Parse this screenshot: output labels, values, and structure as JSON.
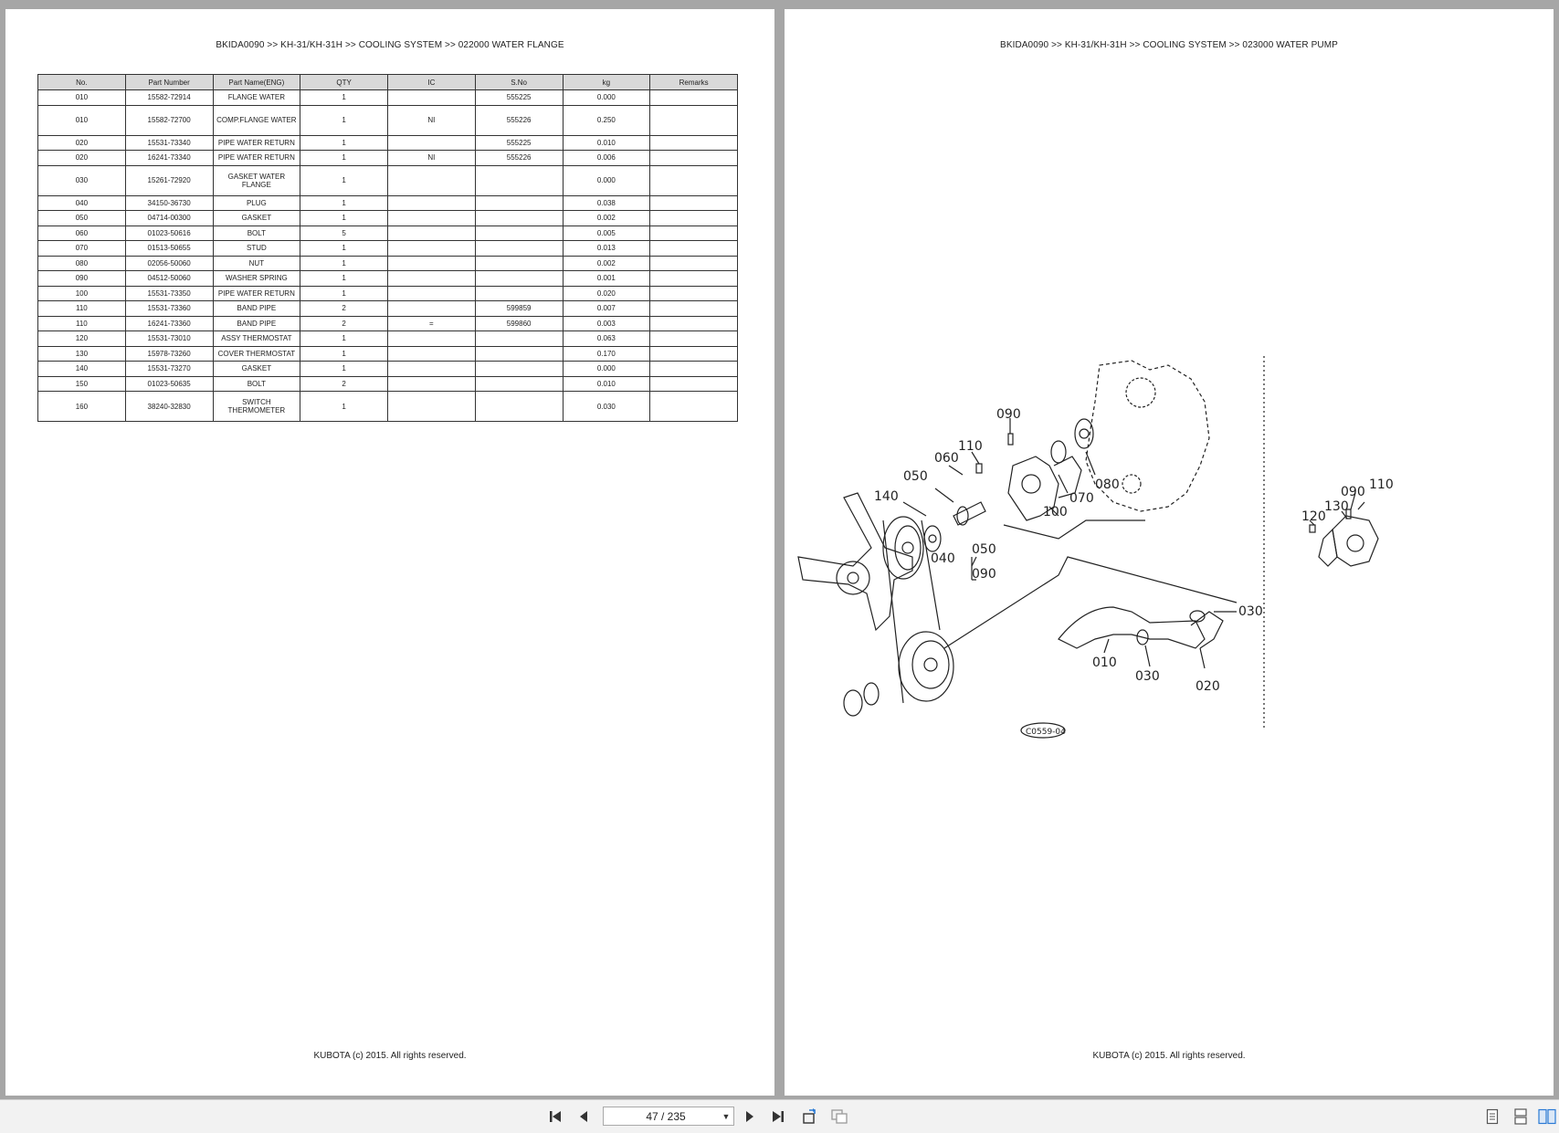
{
  "left_page": {
    "breadcrumb": "BKIDA0090 >> KH-31/KH-31H >> COOLING SYSTEM >> 022000   WATER FLANGE",
    "footer": "KUBOTA (c) 2015. All rights reserved.",
    "columns": [
      "No.",
      "Part Number",
      "Part Name(ENG)",
      "QTY",
      "IC",
      "S.No",
      "kg",
      "Remarks"
    ],
    "rows": [
      {
        "no": "010",
        "part_number": "15582-72914",
        "name": "FLANGE WATER",
        "qty": "1",
        "ic": "",
        "sno": "555225",
        "kg": "0.000",
        "remarks": ""
      },
      {
        "no": "010",
        "part_number": "15582-72700",
        "name": "COMP.FLANGE WATER",
        "qty": "1",
        "ic": "NI",
        "sno": "555226",
        "kg": "0.250",
        "remarks": "",
        "tall": true
      },
      {
        "no": "020",
        "part_number": "15531-73340",
        "name": "PIPE WATER RETURN",
        "qty": "1",
        "ic": "",
        "sno": "555225",
        "kg": "0.010",
        "remarks": ""
      },
      {
        "no": "020",
        "part_number": "16241-73340",
        "name": "PIPE WATER RETURN",
        "qty": "1",
        "ic": "NI",
        "sno": "555226",
        "kg": "0.006",
        "remarks": ""
      },
      {
        "no": "030",
        "part_number": "15261-72920",
        "name": "GASKET WATER FLANGE",
        "qty": "1",
        "ic": "",
        "sno": "",
        "kg": "0.000",
        "remarks": "",
        "tall": true
      },
      {
        "no": "040",
        "part_number": "34150-36730",
        "name": "PLUG",
        "qty": "1",
        "ic": "",
        "sno": "",
        "kg": "0.038",
        "remarks": ""
      },
      {
        "no": "050",
        "part_number": "04714-00300",
        "name": "GASKET",
        "qty": "1",
        "ic": "",
        "sno": "",
        "kg": "0.002",
        "remarks": ""
      },
      {
        "no": "060",
        "part_number": "01023-50616",
        "name": "BOLT",
        "qty": "5",
        "ic": "",
        "sno": "",
        "kg": "0.005",
        "remarks": ""
      },
      {
        "no": "070",
        "part_number": "01513-50655",
        "name": "STUD",
        "qty": "1",
        "ic": "",
        "sno": "",
        "kg": "0.013",
        "remarks": ""
      },
      {
        "no": "080",
        "part_number": "02056-50060",
        "name": "NUT",
        "qty": "1",
        "ic": "",
        "sno": "",
        "kg": "0.002",
        "remarks": ""
      },
      {
        "no": "090",
        "part_number": "04512-50060",
        "name": "WASHER SPRING",
        "qty": "1",
        "ic": "",
        "sno": "",
        "kg": "0.001",
        "remarks": ""
      },
      {
        "no": "100",
        "part_number": "15531-73350",
        "name": "PIPE WATER RETURN",
        "qty": "1",
        "ic": "",
        "sno": "",
        "kg": "0.020",
        "remarks": ""
      },
      {
        "no": "110",
        "part_number": "15531-73360",
        "name": "BAND PIPE",
        "qty": "2",
        "ic": "",
        "sno": "599859",
        "kg": "0.007",
        "remarks": ""
      },
      {
        "no": "110",
        "part_number": "16241-73360",
        "name": "BAND PIPE",
        "qty": "2",
        "ic": "=",
        "sno": "599860",
        "kg": "0.003",
        "remarks": ""
      },
      {
        "no": "120",
        "part_number": "15531-73010",
        "name": "ASSY THERMOSTAT",
        "qty": "1",
        "ic": "",
        "sno": "",
        "kg": "0.063",
        "remarks": ""
      },
      {
        "no": "130",
        "part_number": "15978-73260",
        "name": "COVER THERMOSTAT",
        "qty": "1",
        "ic": "",
        "sno": "",
        "kg": "0.170",
        "remarks": ""
      },
      {
        "no": "140",
        "part_number": "15531-73270",
        "name": "GASKET",
        "qty": "1",
        "ic": "",
        "sno": "",
        "kg": "0.000",
        "remarks": ""
      },
      {
        "no": "150",
        "part_number": "01023-50635",
        "name": "BOLT",
        "qty": "2",
        "ic": "",
        "sno": "",
        "kg": "0.010",
        "remarks": ""
      },
      {
        "no": "160",
        "part_number": "38240-32830",
        "name": "SWITCH THERMOMETER",
        "qty": "1",
        "ic": "",
        "sno": "",
        "kg": "0.030",
        "remarks": "",
        "tall": true
      }
    ]
  },
  "right_page": {
    "breadcrumb": "BKIDA0090 >> KH-31/KH-31H >> COOLING SYSTEM >> 023000   WATER PUMP",
    "footer": "KUBOTA (c) 2015. All rights reserved.",
    "callouts": {
      "c090": "090",
      "c110": "110",
      "c060": "060",
      "c050": "050",
      "c140": "140",
      "c070": "070",
      "c080": "080",
      "c100": "100",
      "c040": "040",
      "c050b": "050",
      "c090b": "090",
      "c030": "030",
      "c010": "010",
      "c030b": "030",
      "c020": "020",
      "c110b": "110",
      "c090c": "090",
      "c130": "130",
      "c120": "120"
    },
    "drawing_code": "C0559-04"
  },
  "toolbar": {
    "page_indicator": "47 / 235",
    "icons": [
      "first-page-icon",
      "prev-page-icon",
      "next-page-icon",
      "last-page-icon",
      "rotate-icon",
      "fit-icon",
      "single-page-icon",
      "continuous-icon",
      "two-page-icon"
    ]
  }
}
